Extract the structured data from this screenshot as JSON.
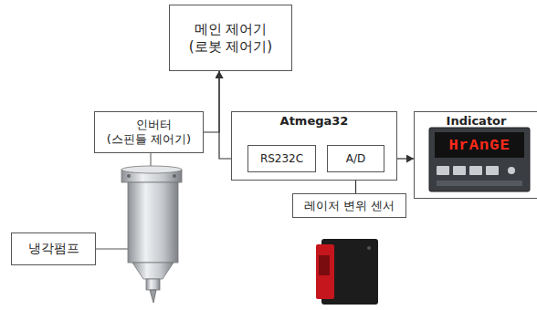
{
  "diagram": {
    "nodes": [
      {
        "text": [
          "메인 제어기 (로봇 제어기)"
        ]
      },
      {
        "text": [
          "인버터 (스핀들 제어기)"
        ]
      },
      {
        "text": [
          "Atmega32"
        ]
      },
      {
        "text": [
          "RS232C"
        ],
        "in": 2
      },
      {
        "text": [
          "A/D"
        ],
        "in": 2
      },
      {
        "text": [
          "Indicator"
        ]
      },
      {
        "text": [
          "레이저 변위 센서"
        ]
      },
      {
        "text": [
          "냉각펌프"
        ]
      }
    ],
    "edges": [
      {
        "from": 1,
        "to": 0,
        "arrow": "to"
      },
      {
        "from": 3,
        "to": 0,
        "arrow": "to"
      },
      {
        "from": 4,
        "to": 3,
        "arrow": "to"
      },
      {
        "from": 4,
        "to": 5,
        "arrow": "to"
      },
      {
        "from": 6,
        "to": 4,
        "arrow": "to"
      }
    ],
    "labels": [
      "HrAnGE"
    ]
  }
}
